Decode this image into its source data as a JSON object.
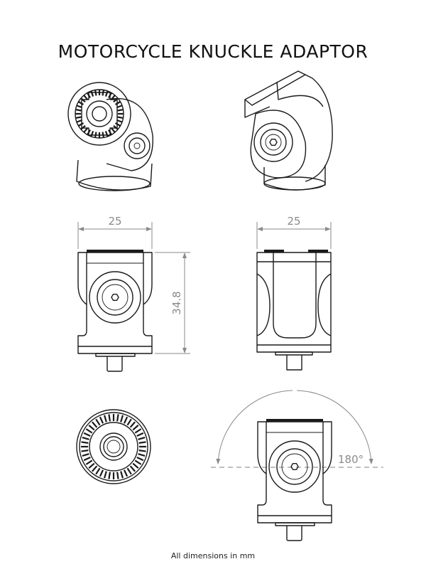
{
  "title": "MOTORCYCLE KNUCKLE ADAPTOR",
  "footnote": "All dimensions in mm",
  "dimensions": {
    "front_width": "25",
    "side_width": "25",
    "height": "34.8",
    "rotation": "180°"
  }
}
